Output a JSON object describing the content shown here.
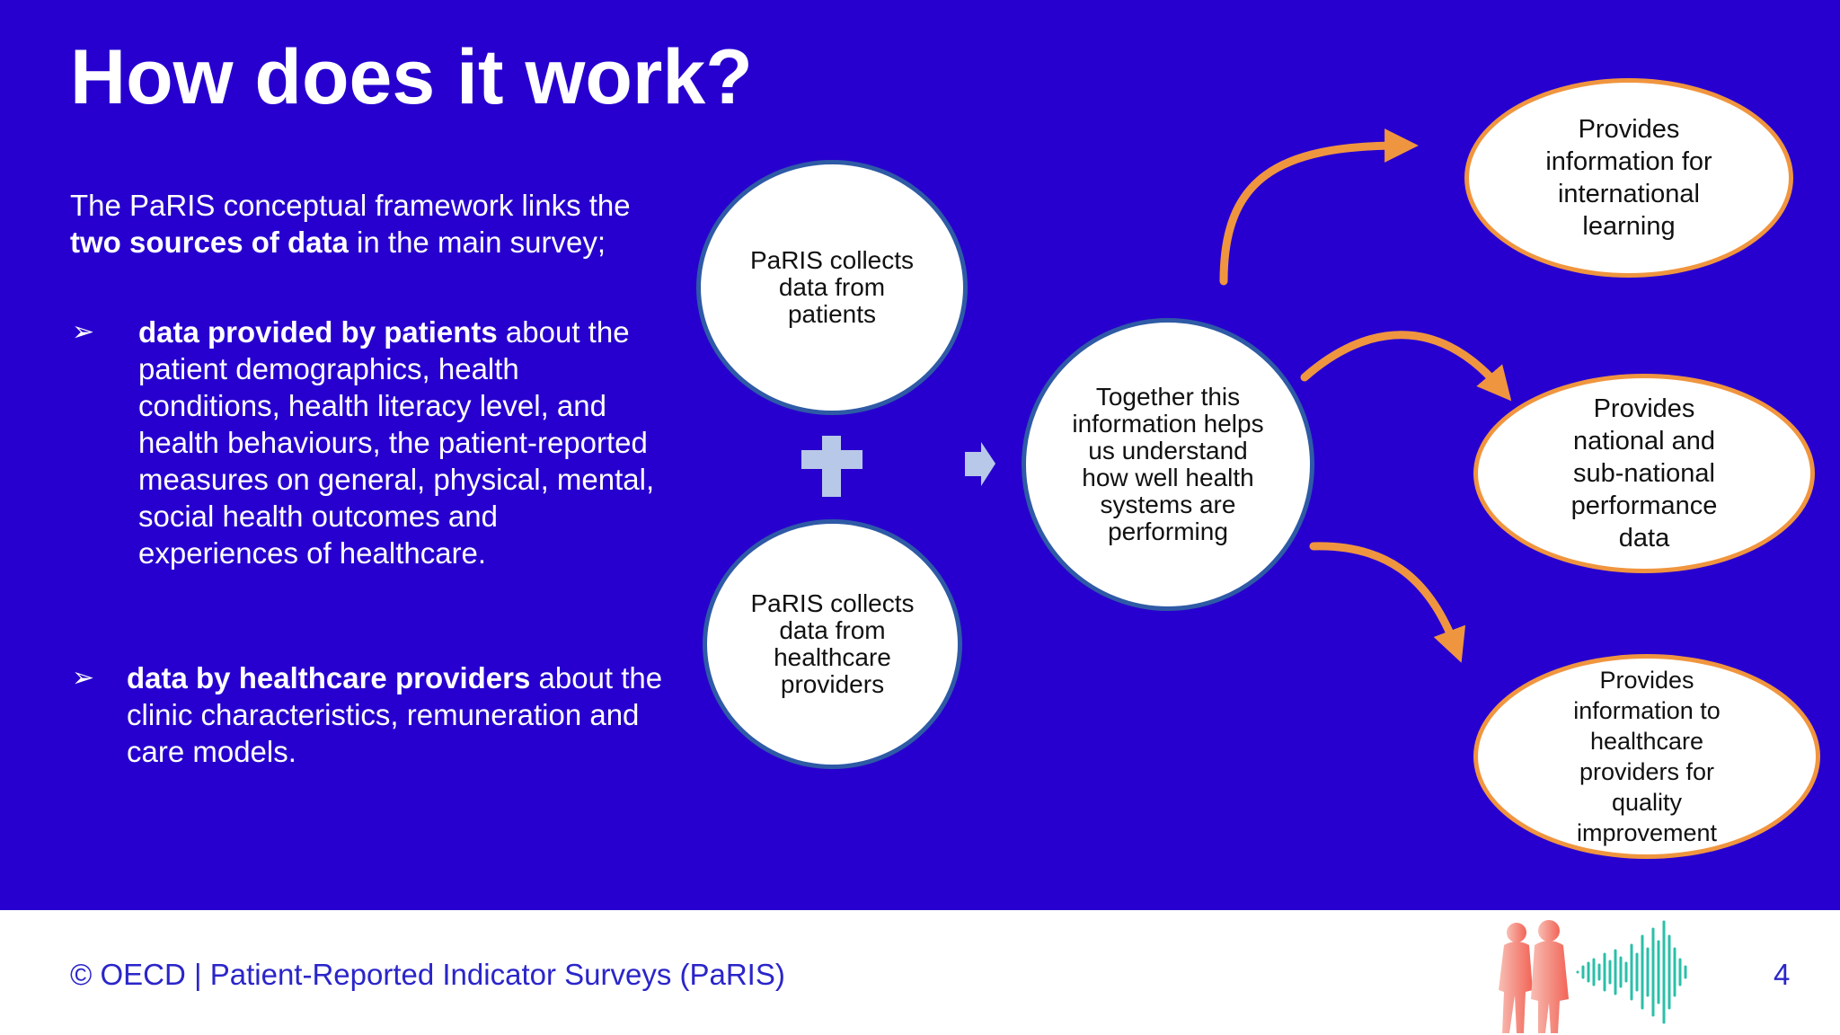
{
  "slide": {
    "title": "How does it work?",
    "intro": {
      "prefix": "The PaRIS conceptual framework links the ",
      "bold": "two sources of data",
      "suffix": " in the main survey;"
    },
    "bullets": [
      {
        "marker": "➢",
        "bold": "data provided by patients",
        "text": " about the patient demographics, health conditions, health literacy level, and health behaviours, the patient-reported measures on general, physical, mental, social health outcomes and experiences of healthcare."
      },
      {
        "marker": "➢",
        "bold": "data by healthcare providers",
        "text": " about the clinic characteristics, remuneration and care models."
      }
    ]
  },
  "diagram": {
    "patients_circle": [
      "PaRIS collects",
      "data from",
      "patients"
    ],
    "providers_circle": [
      "PaRIS collects",
      "data from",
      "healthcare",
      "providers"
    ],
    "center_circle": [
      "Together this",
      "information helps",
      "us understand",
      "how well health",
      "systems are",
      "performing"
    ],
    "outputs": [
      [
        "Provides",
        "information for",
        "international",
        "learning"
      ],
      [
        "Provides",
        "national and",
        "sub-national",
        "performance",
        "data"
      ],
      [
        "Provides",
        "information to",
        "healthcare",
        "providers for",
        "quality",
        "improvement"
      ]
    ],
    "colors": {
      "background": "#2700cf",
      "circle_border": "#2e5aa6",
      "oval_border": "#f0953f",
      "arrow": "#f0953f",
      "plus": "#b8c8e8"
    }
  },
  "footer": {
    "text": "© OECD | Patient-Reported Indicator Surveys (PaRIS)",
    "page_number": "4",
    "color": "#2a25c9"
  }
}
